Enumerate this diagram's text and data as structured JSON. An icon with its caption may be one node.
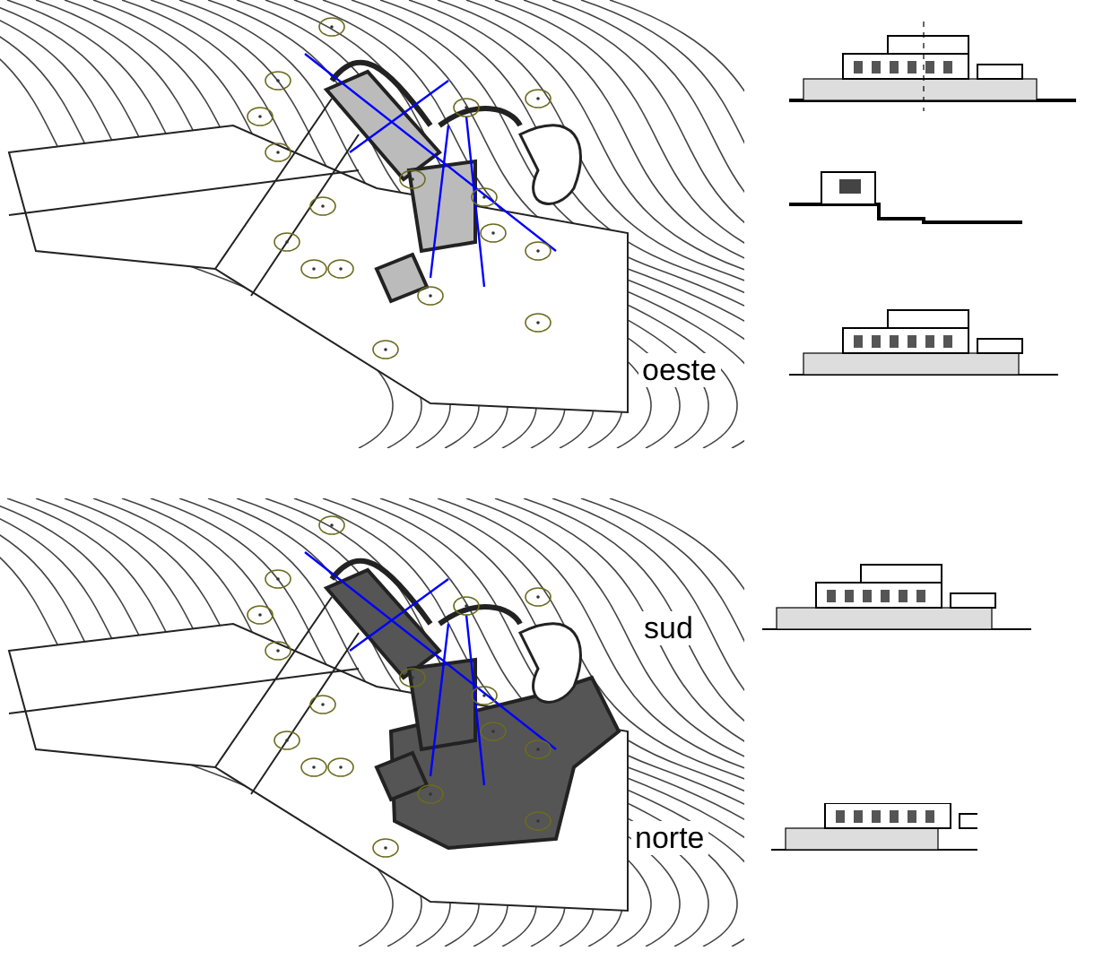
{
  "diagram": {
    "labels": [
      "oeste",
      "sud",
      "norte"
    ]
  }
}
